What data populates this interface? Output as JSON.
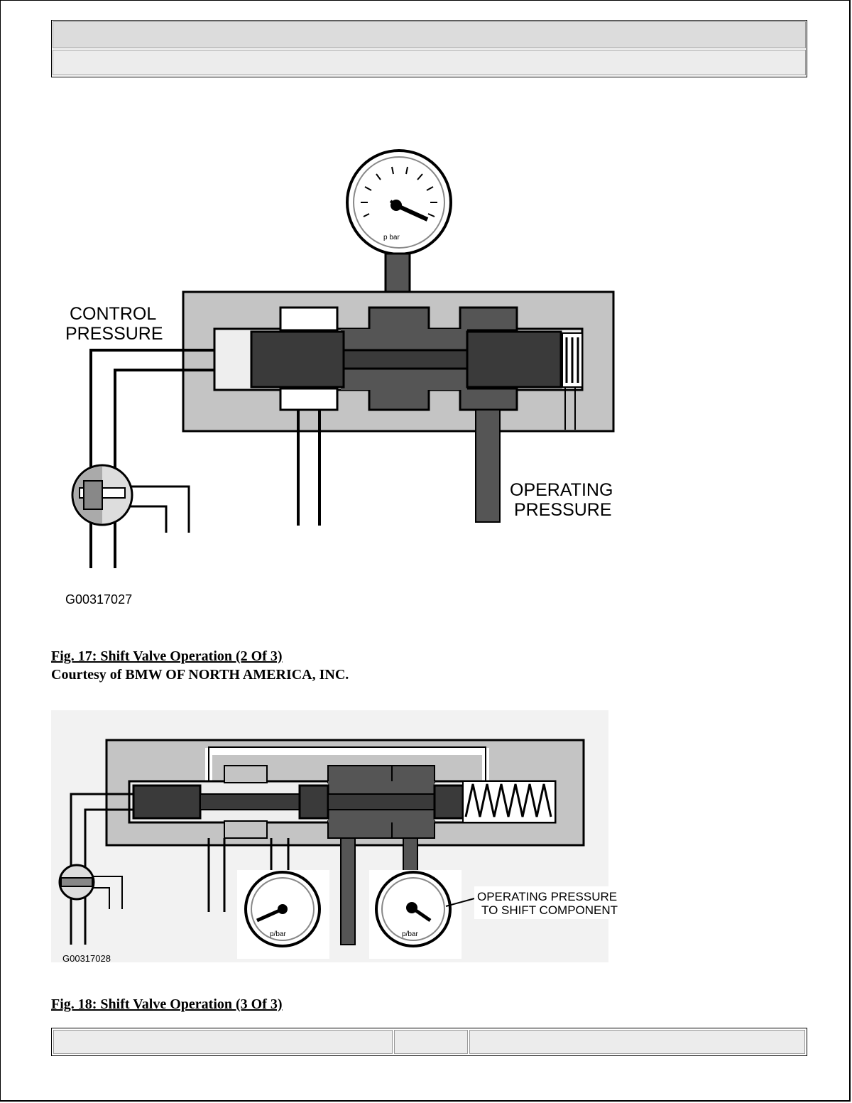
{
  "header": {
    "row1_text": "",
    "row2_text": ""
  },
  "figure17": {
    "labels": {
      "control_pressure_line1": "CONTROL",
      "control_pressure_line2": "PRESSURE",
      "operating_pressure_line1": "OPERATING",
      "operating_pressure_line2": "PRESSURE",
      "gauge_unit": "p bar"
    },
    "image_id": "G00317027",
    "caption": "Fig. 17: Shift Valve Operation (2 Of 3)",
    "courtesy": "Courtesy of BMW OF NORTH AMERICA, INC."
  },
  "figure18": {
    "labels": {
      "operating_pressure_line1": "OPERATING PRESSURE",
      "operating_pressure_line2": "TO SHIFT COMPONENT",
      "gauge_unit": "p/bar"
    },
    "image_id": "G00317028",
    "caption": "Fig. 18: Shift Valve Operation (3 Of 3)"
  },
  "footer": {
    "cells": [
      "",
      "",
      ""
    ]
  },
  "colors": {
    "valve_body": "#c4c4c4",
    "spool": "#3a3a3a",
    "pressure_fluid": "#5a5a5a"
  }
}
